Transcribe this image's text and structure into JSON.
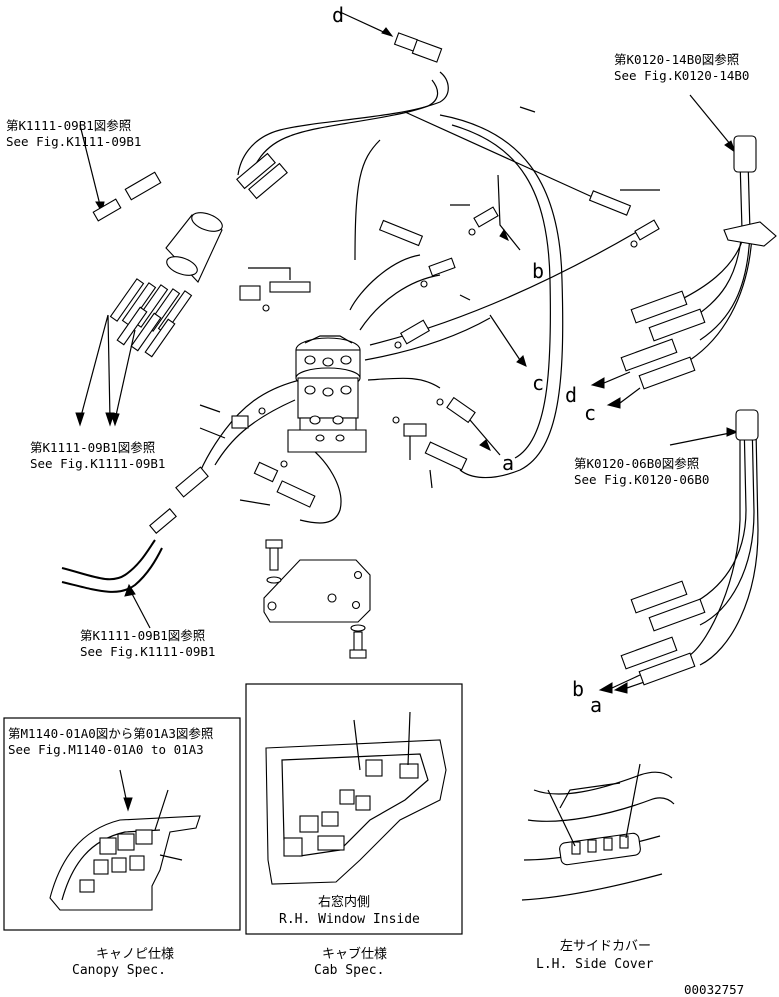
{
  "callouts": {
    "d_top": "d",
    "b": "b",
    "c": "c",
    "a": "a",
    "d_right": "d",
    "c_right": "c",
    "b_right": "b",
    "a_right": "a"
  },
  "refs": {
    "k0120_14b0_jp": "第K0120-14B0図参照",
    "k0120_14b0_en": "See Fig.K0120-14B0",
    "k1111_09b1_top_jp": "第K1111-09B1図参照",
    "k1111_09b1_top_en": "See Fig.K1111-09B1",
    "k1111_09b1_mid_jp": "第K1111-09B1図参照",
    "k1111_09b1_mid_en": "See Fig.K1111-09B1",
    "k0120_06b0_jp": "第K0120-06B0図参照",
    "k0120_06b0_en": "See Fig.K0120-06B0",
    "k1111_09b1_bot_jp": "第K1111-09B1図参照",
    "k1111_09b1_bot_en": "See Fig.K1111-09B1",
    "m1140_jp": "第M1140-01A0図から第01A3図参照",
    "m1140_en": "See Fig.M1140-01A0 to 01A3"
  },
  "insets": {
    "canopy_jp": "キャノピ仕様",
    "canopy_en": "Canopy Spec.",
    "cab_jp": "キャブ仕様",
    "cab_en": "Cab Spec.",
    "window_jp": "右窓内側",
    "window_en": "R.H. Window Inside",
    "side_cover_jp": "左サイドカバー",
    "side_cover_en": "L.H. Side Cover"
  },
  "drawing_number": "00032757"
}
